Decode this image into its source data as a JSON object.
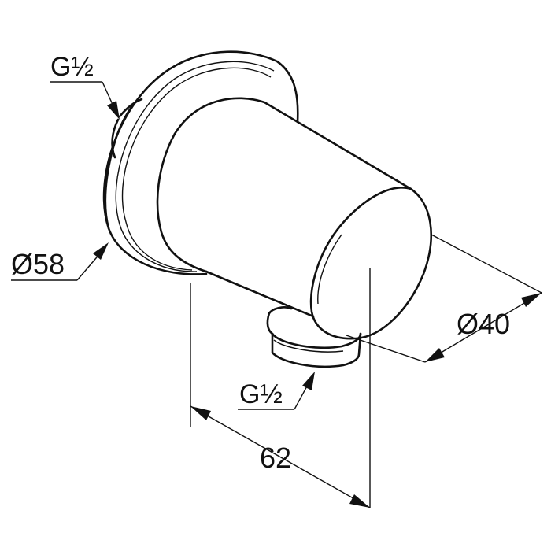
{
  "labels": {
    "thread_top": "G½",
    "flange_diameter": "Ø58",
    "body_diameter": "Ø40",
    "thread_bottom": "G½",
    "length": "62"
  }
}
